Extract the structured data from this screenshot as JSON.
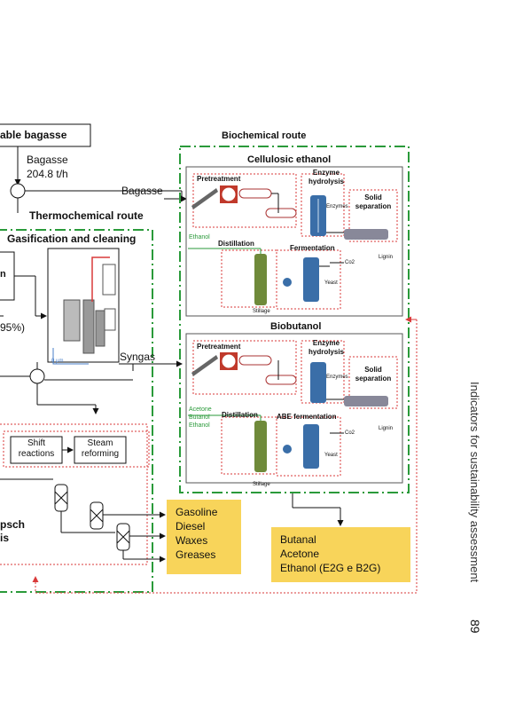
{
  "diagram": {
    "source_box": "able bagasse",
    "bagasse_flow": "Bagasse",
    "bagasse_rate": "204.8 t/h",
    "bagasse_branch": "Bagasse",
    "biochemical_route": "Biochemical route",
    "thermochemical_route": "Thermochemical route",
    "cellulosic_ethanol": {
      "title": "Cellulosic ethanol",
      "pretreatment": "Pretreatment",
      "enzyme_hydrolysis": "Enzyme hydrolysis",
      "enzymes": "Enzymes",
      "solid_separation": "Solid separation",
      "lignin": "Lignin",
      "ethanol": "Ethanol",
      "distillation": "Distillation",
      "fermentation": "Fermentation",
      "co2": "Co2",
      "yeast": "Yeast",
      "stillage": "Stillage"
    },
    "biobutanol": {
      "title": "Biobutanol",
      "pretreatment": "Pretreatment",
      "enzyme_hydrolysis": "Enzyme hydrolysis",
      "enzymes": "Enzymes",
      "solid_separation": "Solid separation",
      "lignin": "Lignin",
      "products_acetone": "Acetone",
      "products_butanol": "Butanol",
      "products_ethanol": "Ethanol",
      "distillation": "Distillation",
      "abe_fermentation": "ABE fermentation",
      "co2": "Co2",
      "yeast": "Yeast",
      "stillage": "Stillage"
    },
    "gasification": {
      "title": "Gasification and cleaning",
      "partial_label": "n",
      "percent_label": "95%)",
      "syngas": "Syngas",
      "micro_label": "0 μm"
    },
    "shift_reactions": "Shift reactions",
    "steam_reforming": "Steam reforming",
    "ft_partial_1": "psch",
    "ft_partial_2": "is",
    "ft_products": [
      "Gasoline",
      "Diesel",
      "Waxes",
      "Greases"
    ],
    "abe_products": [
      "Butanal",
      "Acetone",
      "Ethanol (E2G e B2G)"
    ]
  },
  "sidebar_caption": "Indicators for sustainability assessment",
  "page_number": "89",
  "colors": {
    "green_dash": "#2a9a3a",
    "red_dot": "#d93a3a",
    "product_fill": "#f8d45a",
    "equipment_blue": "#3a6ea8",
    "equipment_green": "#6f8a3a"
  }
}
